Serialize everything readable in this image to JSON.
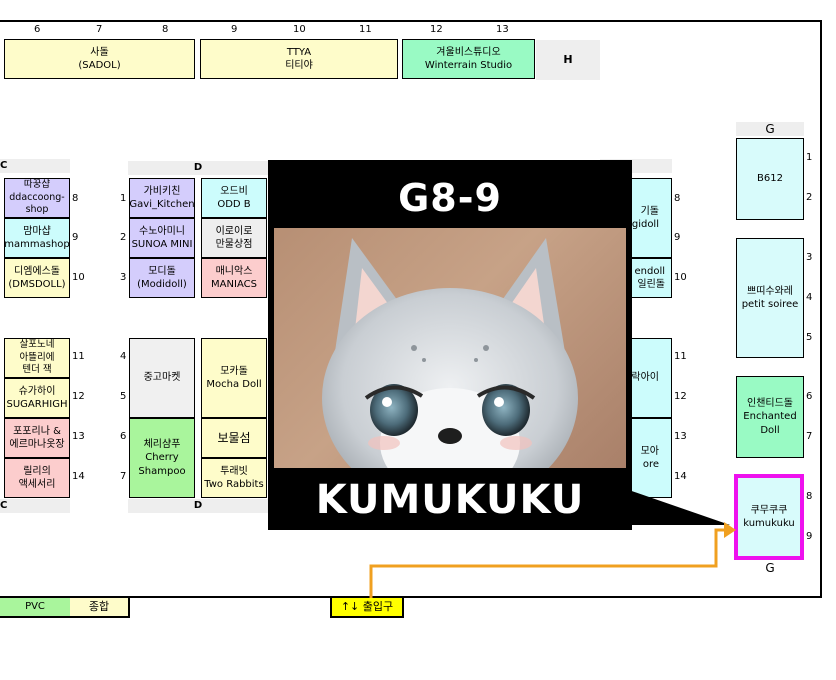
{
  "top_numbers": [
    "6",
    "7",
    "8",
    "9",
    "10",
    "11",
    "12",
    "13"
  ],
  "top_row": [
    {
      "line1": "사돌",
      "line2": "(SADOL)"
    },
    {
      "line1": "TTYA",
      "line2": "티티야"
    },
    {
      "line1": "겨울비스튜디오",
      "line2": "Winterrain Studio"
    },
    {
      "line1": "H",
      "line2": ""
    }
  ],
  "col_c": {
    "label": "C",
    "upper": [
      {
        "line1": "따꿍샵",
        "line2": "ddaccoong-",
        "line3": "shop",
        "num": "8"
      },
      {
        "line1": "맘마샵",
        "line2": "mammashop",
        "line3": "",
        "num": "9"
      },
      {
        "line1": "디엠에스돌",
        "line2": "(DMSDOLL)",
        "line3": "",
        "num": "10"
      }
    ],
    "lower": [
      {
        "line1": "살포노네",
        "line2": "아뜰리에",
        "line3": "텐더 잭",
        "num": "11"
      },
      {
        "line1": "슈가하이",
        "line2": "SUGARHIGH",
        "line3": "",
        "num": "12"
      },
      {
        "line1": "포포리나 &",
        "line2": "에르마나옷장",
        "line3": "",
        "num": "13"
      },
      {
        "line1": "릴리의",
        "line2": "액세서리",
        "line3": "",
        "num": "14"
      }
    ]
  },
  "col_d": {
    "label": "D",
    "upper_nums": [
      "1",
      "2",
      "3"
    ],
    "lower_nums": [
      "4",
      "5",
      "6",
      "7"
    ],
    "upper_left": [
      {
        "line1": "가비키친",
        "line2": "Gavi_Kitchen"
      },
      {
        "line1": "수노아미니",
        "line2": "SUNOA MINI"
      },
      {
        "line1": "모디돌",
        "line2": "(Modidoll)"
      }
    ],
    "upper_right": [
      {
        "line1": "오드비",
        "line2": "ODD B"
      },
      {
        "line1": "이로이로",
        "line2": "만물상점"
      },
      {
        "line1": "매니악스",
        "line2": "MANIACS"
      }
    ],
    "lower_left": [
      {
        "line1": "중고마켓",
        "line2": "",
        "line3": ""
      },
      {
        "line1": "체리샴푸",
        "line2": "Cherry",
        "line3": "Shampoo"
      }
    ],
    "lower_right": [
      {
        "line1": "모카돌",
        "line2": "Mocha Doll"
      },
      {
        "line1": "보물섬",
        "line2": ""
      },
      {
        "line1": "투래빗",
        "line2": "Two Rabbits"
      }
    ]
  },
  "col_e_partial": {
    "upper": [
      {
        "line1": "기돌",
        "line2": "gidoll",
        "num": "8"
      },
      {
        "line1": "",
        "line2": "",
        "num": "9"
      },
      {
        "line1": "endoll",
        "line2": "일린돌",
        "num": "10"
      }
    ],
    "lower": [
      {
        "line1": "락아이",
        "line2": "",
        "num": "11"
      },
      {
        "line1": "",
        "line2": "",
        "num": "12"
      },
      {
        "line1": "모아",
        "line2": "ore",
        "num": "13"
      },
      {
        "line1": "",
        "line2": "",
        "num": "14"
      }
    ]
  },
  "col_g": {
    "label": "G",
    "booths": [
      {
        "line1": "B612",
        "line2": "",
        "line3": ""
      },
      {
        "line1": "쁘띠수와레",
        "line2": "petit soiree",
        "line3": ""
      },
      {
        "line1": "인챈티드돌",
        "line2": "Enchanted",
        "line3": "Doll"
      },
      {
        "line1": "쿠무쿠쿠",
        "line2": "kumukuku",
        "line3": ""
      }
    ],
    "nums": [
      "1",
      "2",
      "3",
      "4",
      "5",
      "6",
      "7",
      "8",
      "9"
    ]
  },
  "overlay": {
    "booth_code": "G8-9",
    "brand": "KUMUKUKU"
  },
  "bottom": {
    "pvc": "PVC",
    "general": "종합",
    "entrance": "↑↓ 출입구"
  },
  "colors": {
    "highlight": "#ee11ee",
    "arrow": "#f0a020",
    "entrance_bg": "#ffff00",
    "overlay_bg": "#000000"
  }
}
